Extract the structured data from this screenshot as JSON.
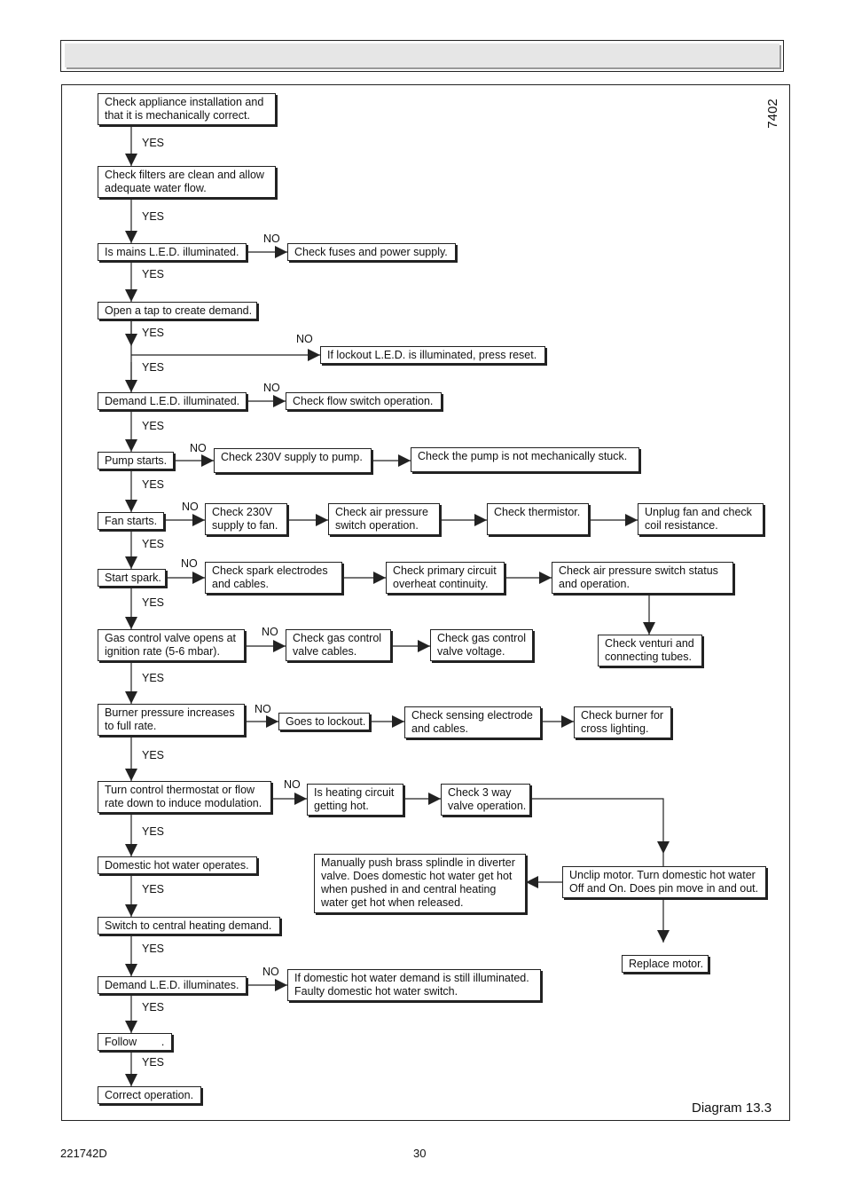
{
  "header": {
    "title": ""
  },
  "reference_code": "7402",
  "caption": "Diagram 13.3",
  "footer": {
    "doc_number": "221742D",
    "page_number": "30"
  },
  "labels": {
    "yes": "YES",
    "no": "NO"
  },
  "boxes": {
    "b1": "Check appliance installation and\nthat it is mechanically correct.",
    "b2": "Check filters are clean and allow\nadequate water flow.",
    "b3": "Is mains L.E.D. illuminated.",
    "b3n": "Check fuses and power supply.",
    "b4": "Open a tap to create demand.",
    "b4n": "If lockout L.E.D. is illuminated, press reset.",
    "b5": "Demand L.E.D. illuminated.",
    "b5n": "Check flow switch operation.",
    "b6": "Pump starts.",
    "b6n1": "Check 230V supply to pump.",
    "b6n2": "Check the pump is not mechanically stuck.",
    "b7": "Fan starts.",
    "b7n1": "Check 230V\nsupply to fan.",
    "b7n2": "Check air pressure\nswitch operation.",
    "b7n3": "Check thermistor.",
    "b7n4": "Unplug fan and check\ncoil resistance.",
    "b8": "Start spark.",
    "b8n1": "Check spark electrodes\nand cables.",
    "b8n2": "Check primary circuit\noverheat continuity.",
    "b8n3": "Check air pressure switch status\nand operation.",
    "b8n4": "Check venturi and\nconnecting tubes.",
    "b9": "Gas control valve opens at\nignition rate (5-6 mbar).",
    "b9n1": "Check gas control\nvalve cables.",
    "b9n2": "Check gas control\nvalve voltage.",
    "b10": "Burner pressure increases\nto full rate.",
    "b10n1": "Goes to lockout.",
    "b10n2": "Check sensing electrode\nand cables.",
    "b10n3": "Check burner for\ncross lighting.",
    "b11": "Turn control thermostat or flow\nrate down to induce modulation.",
    "b11n1": "Is heating circuit\ngetting hot.",
    "b11n2": "Check 3 way\nvalve operation.",
    "b12": "Domestic hot water operates.",
    "b12m": "Manually push brass splindle in diverter\nvalve. Does domestic hot water get hot\nwhen pushed in and central heating\nwater get hot when released.",
    "b12r": "Unclip motor. Turn domestic hot water\nOff and On. Does pin move in and out.",
    "b12rr": "Replace motor.",
    "b13": "Switch to central heating demand.",
    "b14": "Demand L.E.D. illuminates.",
    "b14n": "If domestic hot water demand is still illuminated.\nFaulty domestic hot water switch.",
    "b15": "Follow        .",
    "b16": "Correct operation."
  }
}
